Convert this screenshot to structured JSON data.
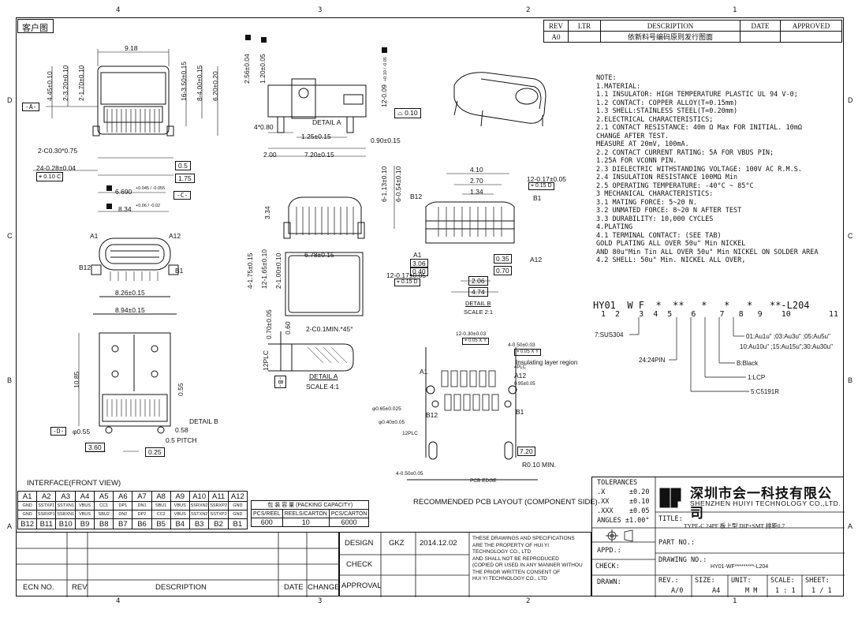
{
  "zones": {
    "columns": [
      "4",
      "3",
      "2",
      "1"
    ],
    "rows": [
      "D",
      "C",
      "B",
      "A"
    ]
  },
  "top_left_label": "客户图",
  "revision_table": {
    "headers": [
      "REV",
      "LTR",
      "DESCRIPTION",
      "DATE",
      "APPROVED"
    ],
    "row": {
      "rev": "A0",
      "ltr": "",
      "desc": "依新料号编码原则发行图面",
      "date": "",
      "approved": ""
    }
  },
  "notes": [
    "NOTE:",
    "1.MATERIAL:",
    "   1.1 INSULATOR: HIGH TEMPERATURE PLASTIC UL 94 V-0;",
    "   1.2 CONTACT: COPPER ALLOY(T=0.15mm)",
    "   1.3 SHELL:STAINLESS STEEL(T=0.20mm)",
    "2.ELECTRICAL CHARACTERISTICS;",
    "   2.1 CONTACT RESISTANCE: 40m Ω Max FOR INITIAL. 10mΩ",
    "       CHANGE AFTER TEST.",
    "MEASURE AT 20mV, 100mA.",
    "   2.2 CONTACT CURRENT RATING: 5A FOR VBUS PIN;",
    "       1.25A FOR VCONN PIN.",
    "   2.3 DIELECTRIC WITHSTANDING VOLTAGE: 100V AC R.M.S.",
    "   2.4 INSULATION RESISTANCE 100MΩ Min",
    "   2.5 OPERATING TEMPERATURE: -40°C ~ 85°C",
    "3 MECHANICAL CHARACTERISTICS:",
    "   3.1 MATING FORCE: 5~20 N.",
    "   3.2 UNMATED FORCE: 8~20 N AFTER TEST",
    "   3.3 DURABILITY: 10,000 CYCLES",
    "4.PLATING",
    "   4.1 TERMINAL CONTACT:  (SEE TAB)",
    "       GOLD PLATING ALL OVER 50u\" Min NICKEL",
    "AND 80u\"Min Tin ALL OVER 50u\" Min NICKEL ON SOLDER AREA",
    "   4.2 SHELL: 50u\" Min. NICKEL  ALL OVER,"
  ],
  "part_code": {
    "code": "HY01  W F  *  **   *   *   *   **-L204",
    "positions": "1  2    3  4  5    6     7   8   9    10        11",
    "opt_plating_1": "01:Au1u\" ;03:Au3u\" ;05:Au5u\"",
    "opt_plating_2": "10:Au10u\" ;15:Au15u\";30:Au30u\"",
    "opt_color": "B:Black",
    "opt_material": "1:LCP",
    "opt_pitch": "5:C5191R",
    "opt_shell": "7:SUS304",
    "opt_pins": "24:24PIN"
  },
  "dims_front": {
    "d918": "9.18",
    "d445": "4.45±0.10",
    "d2_320": "2-3.20±0.10",
    "d2_170": "2-1.70±0.10",
    "d16_350": "16-3.50±0.15",
    "d8_400": "8-4.00±0.15",
    "d620": "6.20±0.20",
    "refA": "-A-",
    "c030": "2-C0.30*0.75",
    "d24_028": "24-0.28±0.04",
    "tol010c": "⌖ 0.10 C",
    "d05": "0.5",
    "d175": "1.75",
    "refC": "-C-",
    "d6690": "6.690",
    "d6690_tol": "+0.045 / -0.055",
    "d834": "8.34",
    "d834_tol": "+0.06 / -0.02",
    "A1": "A1",
    "A12": "A12",
    "B12": "B12",
    "B1": "B1",
    "d826": "8.26±0.15",
    "d894": "8.94±0.15"
  },
  "dims_side": {
    "d256": "2.56±0.04",
    "d120": "1.20±0.05",
    "d4_080": "4*0.80",
    "detailA": "DETAIL A",
    "d125": "1.25±0.15",
    "d200": "2.00",
    "d720": "7.20±0.15",
    "d090": "0.90±0.15",
    "d12_009": "12-0.09",
    "d12_009_tol": "+0.10 / -0.05",
    "flat010": "⌓ 0.10",
    "d334": "3.34",
    "d678": "6.78±0.15",
    "d4_175": "4-1.75±0.15",
    "d12_165": "12-1.65±0.10",
    "d2_100": "2-1.00±0.10"
  },
  "detail_a": {
    "d060": "0.60",
    "d070": "0.70±0.05",
    "chamfer": "2-C0.1MIN.*45°",
    "plc": "12PLC",
    "title": "DETAIL A",
    "scale": "SCALE 4:1",
    "refB": "-B-"
  },
  "detail_b": {
    "d6_113": "6-1.13±0.10",
    "d6_054": "6-0.54±0.10",
    "d410": "4.10",
    "d270": "2.70",
    "d134": "1.34",
    "d12_017": "12-0.17±0.05",
    "tol015d": "⌖ 0.15 D",
    "B12": "B12",
    "B1": "B1",
    "A1": "A1",
    "A12": "A12",
    "d306": "3.06",
    "d040": "0.40",
    "d035": "0.35",
    "d070": "0.70",
    "d12_017b": "12-0.17±0.05",
    "tol015d_b": "⌖ 0.15 D",
    "d206": "2.06",
    "d474": "4.74",
    "title": "DETAIL B",
    "scale": "SCALE 2:1"
  },
  "bottom_view": {
    "d1085": "10.85",
    "d055": "0.55",
    "detailB": "DETAIL B",
    "refD": "-D-",
    "phi055": "φ0.55",
    "d058": "0.58",
    "pitch": "0.5 PITCH",
    "d360": "3.60",
    "d025": "0.25"
  },
  "pcb_layout": {
    "d12_030": "12-0.30±0.03",
    "tol005xy": "⌖ 0.05 X Y",
    "d4_050": "4-0.50±0.03",
    "insulating": "Insulating layer region",
    "plc4": "4PLC",
    "A12": "A12",
    "A1": "A1",
    "B12": "B12",
    "B1": "B1",
    "d095": "0.95±0.05",
    "d065_025": "φ0.65±0.025",
    "d040_005": "φ0.40±0.05",
    "plc12": "12PLC",
    "rmin": "R0.10 MIN.",
    "pcb_edge": "PCB EDGE",
    "d4_050b": "4-0.50±0.05",
    "d720": "7.20",
    "title": "RECOMMENDED PCB LAYOUT (COMPONENT SIDE)"
  },
  "interface": {
    "title": "INTERFACE(FRONT VIEW)",
    "row_a": [
      "A1",
      "A2",
      "A3",
      "A4",
      "A5",
      "A6",
      "A7",
      "A8",
      "A9",
      "A10",
      "A11",
      "A12"
    ],
    "row_mid_a": [
      "GND",
      "SSTXP1",
      "SSTXN1",
      "VBUS",
      "CC1",
      "DP1",
      "DN1",
      "SBU1",
      "VBUS",
      "SSRXN2",
      "SSRXP2",
      "GND"
    ],
    "row_mid_b": [
      "GND",
      "SSRXP1",
      "SSRXN1",
      "VBUS",
      "SBU2",
      "DN2",
      "DP2",
      "CC2",
      "VBUS",
      "SSTXN2",
      "SSTXP2",
      "GND"
    ],
    "row_b": [
      "B12",
      "B11",
      "B10",
      "B9",
      "B8",
      "B7",
      "B6",
      "B5",
      "B4",
      "B3",
      "B2",
      "B1"
    ]
  },
  "packing": {
    "title": "包 装 容 量 (PACKING CAPACITY)",
    "headers": [
      "PCS/REEL",
      "REELS/CARTON",
      "PCS/CARTON"
    ],
    "values": [
      "600",
      "10",
      "6000"
    ]
  },
  "title_block": {
    "ecn": "ECN NO.",
    "rev": "REV.",
    "description": "DESCRIPTION",
    "date": "DATE",
    "change": "CHANGE",
    "design": "DESIGN",
    "designer": "GKZ",
    "design_date": "2014.12.02",
    "check": "CHECK",
    "approval": "APPROVAL",
    "property_text": [
      "THESE DRAWINGS AND SPECIFICATIONS",
      "ARE THE PROPERTY OF HUI YI",
      "TECHNOLOGY CO., LTD",
      "AND SHALL NOT BE REPRODUCED",
      "(COPIED OR USED IN ANY MANNER WITHOU",
      "THE PRIOR WRITTEN CONSENT OF",
      "HUI YI TECHNOLOGY CO., LTD"
    ],
    "tolerances": "TOLERANCES",
    "tol_x": ".X      ±0.20",
    "tol_xx": ".XX     ±0.10",
    "tol_xxx": ".XXX    ±0.05",
    "tol_ang": "ANGLES ±1.00°",
    "appd": "APPD.:",
    "checkd": "CHECK:",
    "drawn": "DRAWN:",
    "company_cn": "深圳市会一科技有限公司",
    "company_en": "SHENZHEN HUIYI TECHNOLOGY CO.,LTD.",
    "title_label": "TITLE:",
    "title_value": "TYPE-C 24PF 板上型 DIP+SMT 排距0.7",
    "part_no": "PART NO.:",
    "drawing_no": "DRAWING NO.:",
    "drawing_value": "HY01-WF*********-L204",
    "rev_label": "REV.:",
    "rev_value": "A/0",
    "size_label": "SIZE:",
    "size_value": "A4",
    "unit_label": "UNIT:",
    "unit_value": "M M",
    "scale_label": "SCALE:",
    "scale_value": "1 : 1",
    "sheet_label": "SHEET:",
    "sheet_value": "1 / 1"
  }
}
